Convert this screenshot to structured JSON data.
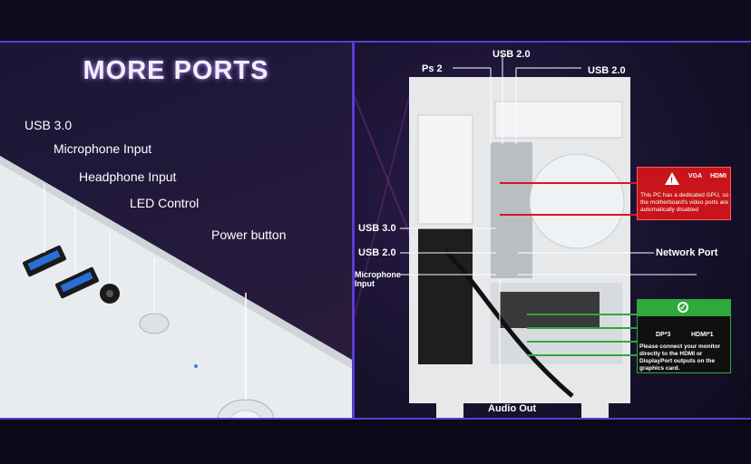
{
  "left_panel": {
    "title": "MORE PORTS",
    "labels": {
      "usb30": "USB 3.0",
      "microphone": "Microphone Input",
      "headphone": "Headphone Input",
      "led": "LED Control",
      "power": "Power button"
    }
  },
  "right_panel": {
    "labels": {
      "ps2": "Ps 2",
      "usb20_top": "USB 2.0",
      "usb20_right": "USB 2.0",
      "usb30": "USB 3.0",
      "usb20_left": "USB 2.0",
      "microphone": "Microphone\nInput",
      "network": "Network Port",
      "audio_out": "Audio Out"
    },
    "warning": {
      "vga": "VGA",
      "hdmi": "HDMI",
      "text": "This PC has a dedicated GPU, so the motherboard's video ports are automatically disabled"
    },
    "gpu_note": {
      "dp": "DP*3",
      "hdmi": "HDMI*1",
      "text": "Please connect your monitor directly to the HDMI or DisplayPort outputs on the graphics card."
    }
  },
  "colors": {
    "accent": "#5b3bd6",
    "warning": "#c8141a",
    "success": "#2fa83c"
  }
}
